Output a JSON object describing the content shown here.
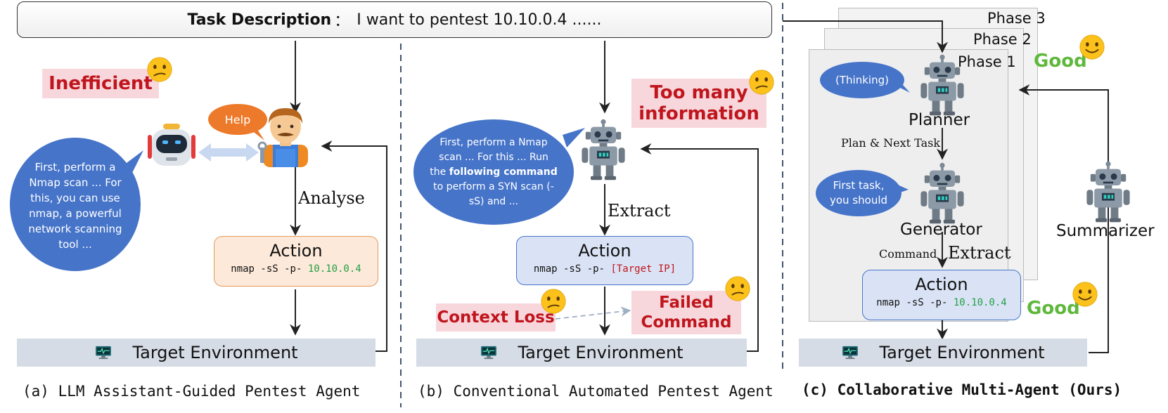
{
  "task": {
    "label": "Task Description",
    "sep": "：",
    "text": "I want to pentest 10.10.0.4 ......"
  },
  "panel_a": {
    "inefficient": "Inefficient",
    "help": "Help",
    "bubble_lines": [
      "First, perform a",
      "Nmap scan  ... For",
      "this, you can use",
      "nmap, a powerful",
      "network scanning",
      "tool ..."
    ],
    "analyse": "Analyse",
    "action_title": "Action",
    "action_cmd": "nmap -sS -p-",
    "action_ip": "10.10.0.4",
    "env": "Target Environment",
    "caption": "(a) LLM Assistant-Guided Pentest Agent"
  },
  "panel_b": {
    "too_many_1": "Too many",
    "too_many_2": "information",
    "bubble_l1": "First, perform a Nmap",
    "bubble_l2": "scan  ... For this ... Run",
    "bubble_l3a": "the",
    "bubble_l3b": "following command",
    "bubble_l4": "to perform a SYN scan (-",
    "bubble_l5": "sS) and ...",
    "extract": "Extract",
    "action_title": "Action",
    "action_cmd": "nmap -sS -p-",
    "action_ip": "[Target IP]",
    "context_loss": "Context Loss",
    "failed_1": "Failed",
    "failed_2": "Command",
    "env": "Target Environment",
    "caption": "(b) Conventional Automated Pentest Agent"
  },
  "panel_c": {
    "phase3": "Phase 3",
    "phase2": "Phase 2",
    "phase1": "Phase 1",
    "good_top": "Good",
    "good_bottom": "Good",
    "thinking": "(Thinking)",
    "planner": "Planner",
    "plan_next": "Plan & Next Task",
    "first_task_1": "First task,",
    "first_task_2": "you should",
    "generator": "Generator",
    "command": "Command",
    "extract": "Extract",
    "summarizer": "Summarizer",
    "action_title": "Action",
    "action_cmd": "nmap -sS -p-",
    "action_ip": "10.10.0.4",
    "env": "Target Environment",
    "caption": "(c) Collaborative Multi-Agent (Ours)"
  },
  "icons": [
    "robot-icon",
    "worker-icon",
    "confused-emoji-icon",
    "smile-emoji-icon",
    "monitor-icon",
    "double-arrow-icon"
  ],
  "colors": {
    "bubble": "#4674c9",
    "red_label_bg": "#f7d7dc",
    "red_text": "#c0151c",
    "good": "#5fb83d",
    "env_bg": "#d6dce6",
    "action_a_bg": "#fde9d9",
    "action_a_border": "#e49a5c",
    "action_bc_bg": "#dae3f5",
    "action_bc_border": "#4674c9"
  }
}
